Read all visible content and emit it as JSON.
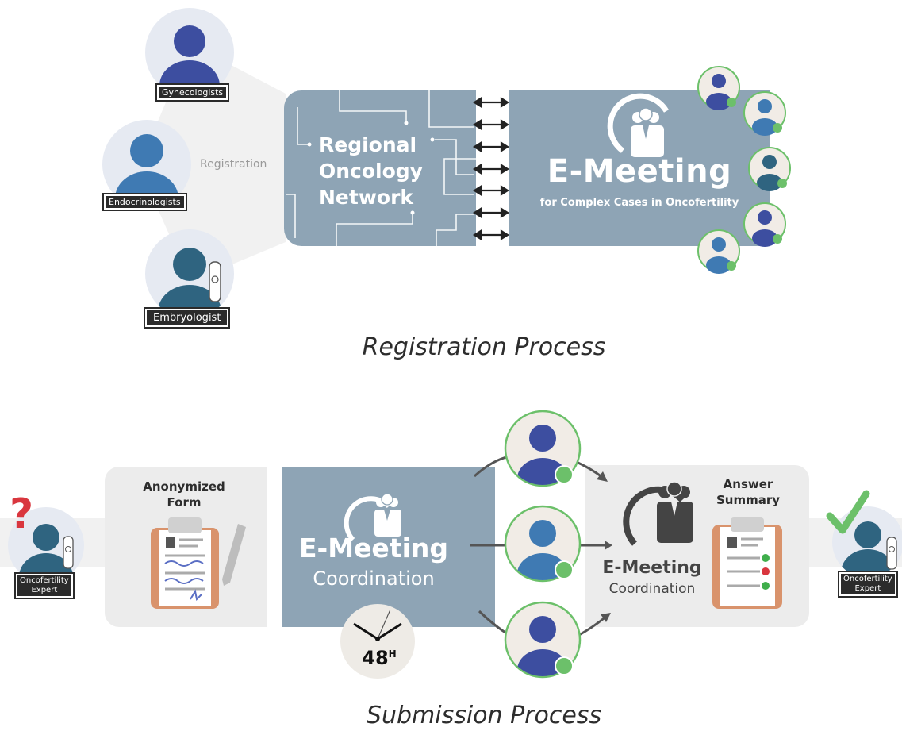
{
  "registration": {
    "roles": [
      "Gynecologists",
      "Endocrinologists",
      "Embryologist"
    ],
    "registration_label": "Registration",
    "network_lines": [
      "Regional",
      "Oncology",
      "Network"
    ],
    "emeeting_title": "E-Meeting",
    "emeeting_subtitle": "for Complex Cases in Oncofertility",
    "section_title": "Registration Process"
  },
  "submission": {
    "expert_left": [
      "Oncofertility",
      "Expert"
    ],
    "question_mark": "?",
    "form_title": [
      "Anonymized",
      "Form"
    ],
    "coord_title": "E-Meeting",
    "coord_sub": "Coordination",
    "timer_label": "48",
    "timer_sup": "H",
    "answer_title": [
      "Answer",
      "Summary"
    ],
    "answer_coord_title": "E-Meeting",
    "answer_coord_sub": "Coordination",
    "expert_right": [
      "Oncofertility",
      "Expert"
    ],
    "section_title": "Submission Process"
  },
  "colors": {
    "panel": "#8ea4b5",
    "light_panel": "#ececec",
    "person_dark_blue": "#3d4ea0",
    "person_mid_blue": "#3f7ab3",
    "person_teal": "#2f6480",
    "green": "#6cc06a",
    "circle_bg": "#e6eaf2"
  }
}
